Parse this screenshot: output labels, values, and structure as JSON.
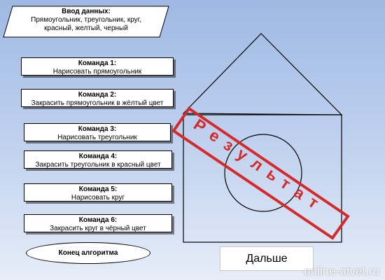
{
  "input": {
    "title": "Ввод данных:",
    "body": "Прямоугольник, треугольник, круг, красный, желтый, черный"
  },
  "commands": [
    {
      "title": "Команда 1:",
      "text": "Нарисовать прямоугольник"
    },
    {
      "title": "Команда 2:",
      "text": "Закрасить прямоугольник в жёлтый цвет"
    },
    {
      "title": "Команда 3:",
      "text": "Нарисовать треугольник"
    },
    {
      "title": "Команда 4:",
      "text": "Закрасить треугольник в красный цвет"
    },
    {
      "title": "Команда 5:",
      "text": "Нарисовать круг"
    },
    {
      "title": "Команда 6:",
      "text": "Закрасить круг в чёрный цвет"
    }
  ],
  "end": {
    "label": "Конец алгоритма"
  },
  "result": {
    "stamp": "Результат",
    "stamp_color": "#d42a2a"
  },
  "next_button": {
    "label": "Дальше"
  },
  "watermark": "online-otvet.ru"
}
